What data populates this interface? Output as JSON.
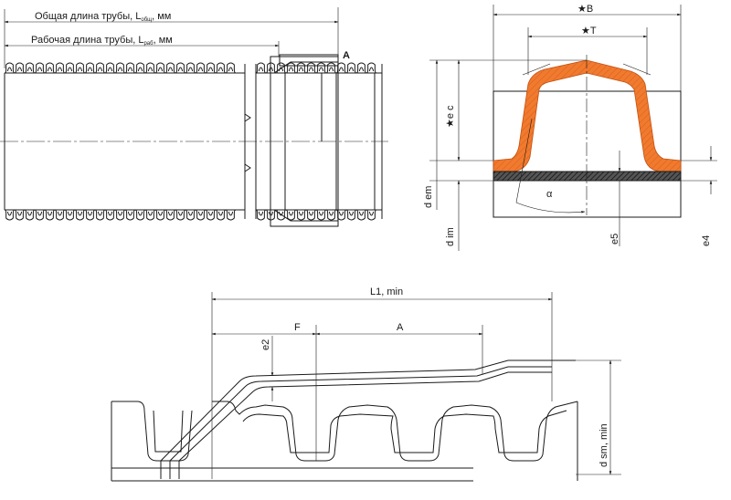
{
  "pipe_view": {
    "total_length_label_main": "Общая длина трубы, L",
    "total_length_label_sub": "общ",
    "total_length_label_unit": ", мм",
    "working_length_label_main": "Рабочая длина трубы, L",
    "working_length_label_sub": "раб",
    "working_length_label_unit": ", мм",
    "detail_marker": "A"
  },
  "section_view": {
    "label_B": "★B",
    "label_T": "★T",
    "label_ec": "★e c",
    "label_dem": "d em",
    "label_dim": "d im",
    "label_alpha": "α",
    "label_e5": "e5",
    "label_e4": "e4",
    "colors": {
      "profile_fill": "#f07a2e",
      "base_fill": "#444444"
    }
  },
  "detail_view": {
    "label_L1": "L1, min",
    "label_F": "F",
    "label_A": "A",
    "label_e2": "e2",
    "label_dsm": "d sm, min"
  }
}
